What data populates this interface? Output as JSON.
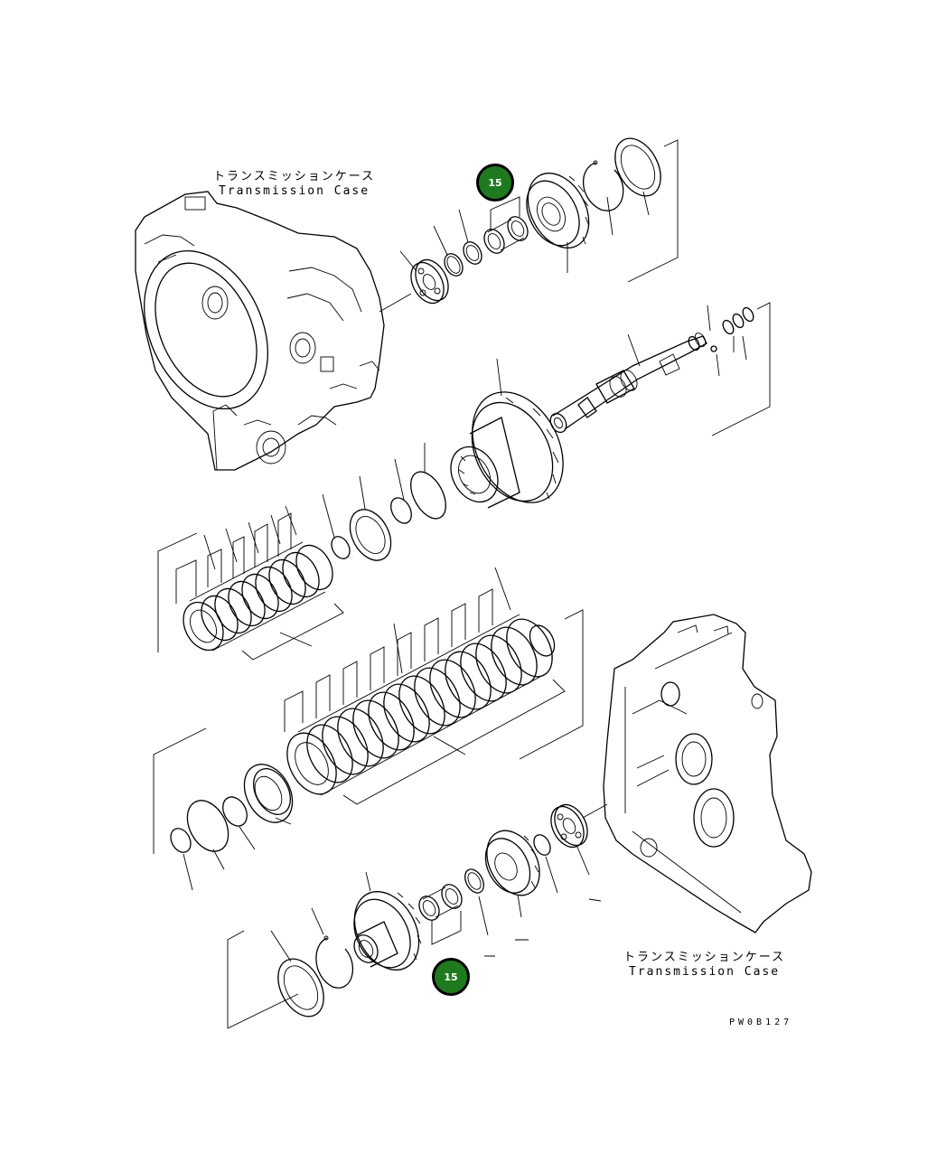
{
  "labels": {
    "top_case_jp": "トランスミッションケース",
    "top_case_en": "Transmission Case",
    "bottom_case_jp": "トランスミッションケース",
    "bottom_case_en": "Transmission Case",
    "drawing_code": "PW0B127"
  },
  "callouts": [
    {
      "number": "15"
    },
    {
      "number": "15"
    }
  ],
  "colors": {
    "callout_fill": "#1f7a1f",
    "callout_border": "#000000",
    "line": "#000000",
    "background": "#ffffff"
  }
}
